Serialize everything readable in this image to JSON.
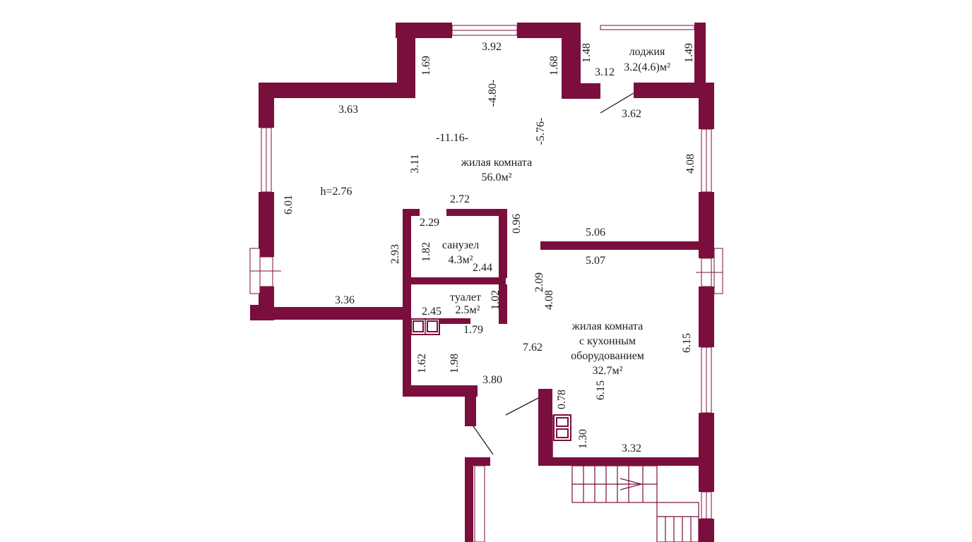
{
  "floor_plan": {
    "ceiling_height": "h=2.76",
    "rooms": [
      {
        "key": "living",
        "name": "жилая комната",
        "area": "56.0м²"
      },
      {
        "key": "bathroom",
        "name": "санузел",
        "area": "4.3м²"
      },
      {
        "key": "toilet",
        "name": "туалет",
        "area": "2.5м²"
      },
      {
        "key": "kitchen_living",
        "name_line1": "жилая комната",
        "name_line2": "с кухонным",
        "name_line3": "оборудованием",
        "area": "32.7м²"
      },
      {
        "key": "loggia",
        "name": "лоджия",
        "area": "3.2(4.6)м²"
      }
    ],
    "dimensions": {
      "top_window": "3.92",
      "left_bay_h": "1.69",
      "right_bay_h": "1.68",
      "loggia_left": "1.48",
      "loggia_right": "1.49",
      "loggia_width": "3.12",
      "living_depth": "-4.80-",
      "living_top_left": "3.63",
      "living_length": "-11.16-",
      "living_diag": "-5.76-",
      "loggia_bottom": "3.62",
      "living_left_inner": "3.11",
      "right_wall_upper": "4.08",
      "left_wall": "6.01",
      "bath_top": "2.72",
      "bath_width": "2.29",
      "bath_side": "0.96",
      "partition_top": "5.06",
      "partition_bottom": "5.07",
      "bath_outer_h": "2.93",
      "bath_inner_h": "1.82",
      "bath_bottom": "2.44",
      "corridor_h": "2.09",
      "toilet_h": "1.02",
      "kitchen_h": "4.08",
      "living_bottom_left": "3.36",
      "toilet_width": "2.45",
      "hall_width": "1.79",
      "right_wall_lower": "6.15",
      "kitchen_length": "7.62",
      "hall_h_outer": "1.62",
      "hall_h_inner": "1.98",
      "hall_bottom": "3.80",
      "kitchen_inner_h": "6.15",
      "niche_top": "0.78",
      "niche_side": "1.30",
      "kitchen_bottom": "3.32"
    }
  }
}
